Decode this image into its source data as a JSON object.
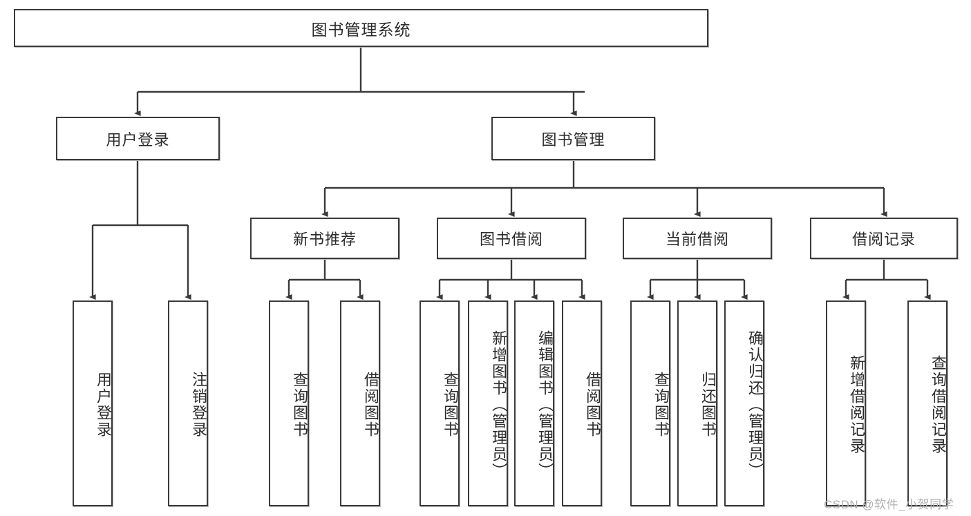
{
  "diagram": {
    "title": "图书管理系统",
    "type": "tree",
    "orientation": "top-down",
    "colors": {
      "box_border": "#3a3a3a",
      "box_fill": "#ffffff",
      "edge": "#3a3a3a",
      "text": "#2b2b2b",
      "watermark": "#b0b0b0"
    },
    "root": {
      "id": "root",
      "label": "图书管理系统"
    },
    "level2": [
      {
        "id": "n-user-login",
        "label": "用户登录"
      },
      {
        "id": "n-book-manage",
        "label": "图书管理"
      }
    ],
    "level3": [
      {
        "id": "n-new-book-rec",
        "label": "新书推荐",
        "parent": "n-book-manage"
      },
      {
        "id": "n-book-borrow",
        "label": "图书借阅",
        "parent": "n-book-manage"
      },
      {
        "id": "n-current-borrow",
        "label": "当前借阅",
        "parent": "n-book-manage"
      },
      {
        "id": "n-borrow-record",
        "label": "借阅记录",
        "parent": "n-book-manage"
      }
    ],
    "leaves": [
      {
        "id": "l-user-login",
        "label": "用户登录",
        "parent": "n-user-login"
      },
      {
        "id": "l-logout",
        "label": "注销登录",
        "parent": "n-user-login"
      },
      {
        "id": "l-query-book-1",
        "label": "查询图书",
        "parent": "n-new-book-rec"
      },
      {
        "id": "l-borrow-book-1",
        "label": "借阅图书",
        "parent": "n-new-book-rec"
      },
      {
        "id": "l-query-book-2",
        "label": "查询图书",
        "parent": "n-book-borrow"
      },
      {
        "id": "l-add-book",
        "label": "新增图书（管理员）",
        "parent": "n-book-borrow"
      },
      {
        "id": "l-edit-book",
        "label": "编辑图书（管理员）",
        "parent": "n-book-borrow"
      },
      {
        "id": "l-borrow-book-2",
        "label": "借阅图书",
        "parent": "n-book-borrow"
      },
      {
        "id": "l-query-book-3",
        "label": "查询图书",
        "parent": "n-current-borrow"
      },
      {
        "id": "l-return-book",
        "label": "归还图书",
        "parent": "n-current-borrow"
      },
      {
        "id": "l-confirm-return",
        "label": "确认归还（管理员）",
        "parent": "n-current-borrow"
      },
      {
        "id": "l-add-record",
        "label": "新增借阅记录",
        "parent": "n-borrow-record"
      },
      {
        "id": "l-query-record",
        "label": "查询借阅记录",
        "parent": "n-borrow-record"
      }
    ]
  },
  "watermark": {
    "text": "CSDN @软件_小贺同学"
  }
}
